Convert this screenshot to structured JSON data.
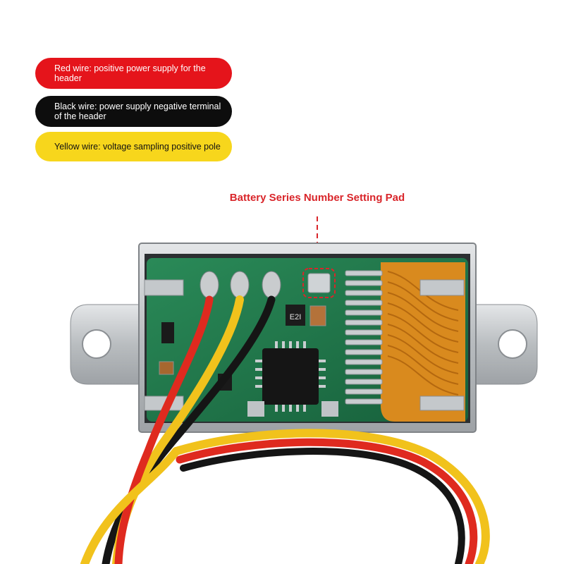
{
  "labels": {
    "red_wire": "Red wire: positive power supply for the header",
    "black_wire": "Black wire: power supply negative terminal of the header",
    "yellow_wire": "Yellow wire: voltage sampling positive pole"
  },
  "callout": "Battery Series Number Setting Pad",
  "board_marking": "E2I",
  "colors": {
    "red_pill": "#e5141b",
    "black_pill": "#0d0d0d",
    "yellow_pill": "#f7d61c",
    "callout_text": "#d9252a",
    "pcb_green": "#1f7a4c",
    "flex_cable": "#d98a1e"
  }
}
